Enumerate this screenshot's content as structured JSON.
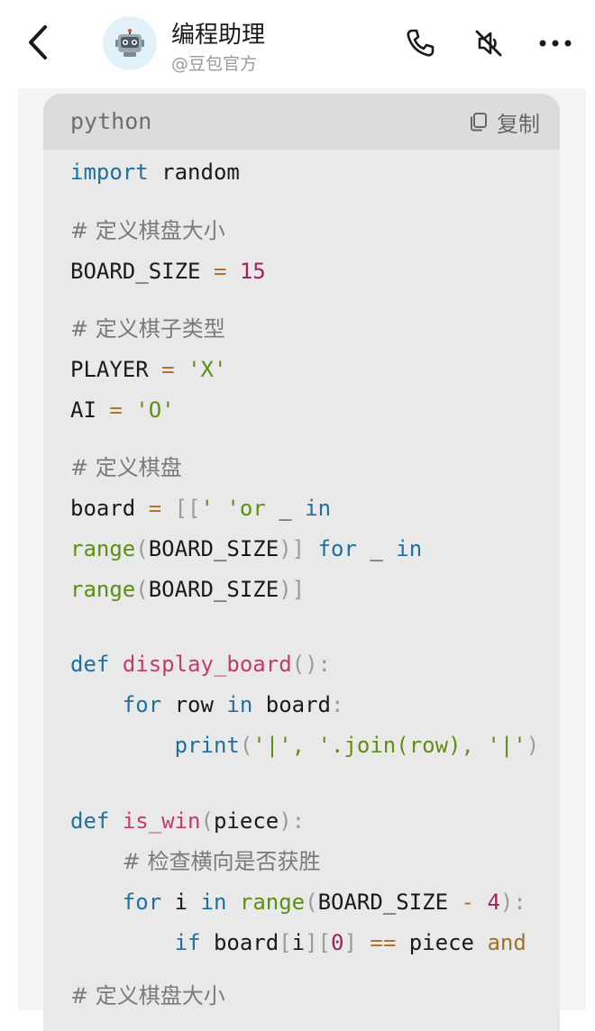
{
  "header": {
    "title": "编程助理",
    "subtitle": "@豆包官方",
    "icons": {
      "back": "chevron-left-icon",
      "avatar": "robot-icon",
      "call": "phone-icon",
      "mute": "speaker-muted-icon",
      "more": "more-icon"
    }
  },
  "code_block": {
    "language": "python",
    "copy_label": "复制",
    "lines": [
      {
        "tokens": [
          [
            "kw",
            "import"
          ],
          [
            "plain",
            " random"
          ]
        ]
      },
      {
        "tokens": [
          [
            "cm",
            "# 定义棋盘大小"
          ]
        ]
      },
      {
        "tokens": [
          [
            "plain",
            "BOARD_SIZE "
          ],
          [
            "op",
            "="
          ],
          [
            "plain",
            " "
          ],
          [
            "num",
            "15"
          ]
        ]
      },
      {
        "tokens": [
          [
            "cm",
            "# 定义棋子类型"
          ]
        ]
      },
      {
        "tokens": [
          [
            "plain",
            "PLAYER "
          ],
          [
            "op",
            "="
          ],
          [
            "plain",
            " "
          ],
          [
            "str",
            "'X'"
          ]
        ]
      },
      {
        "tokens": [
          [
            "plain",
            "AI "
          ],
          [
            "op",
            "="
          ],
          [
            "plain",
            " "
          ],
          [
            "str",
            "'O'"
          ]
        ]
      },
      {
        "tokens": [
          [
            "cm",
            "# 定义棋盘"
          ]
        ]
      },
      {
        "tokens": [
          [
            "plain",
            "board "
          ],
          [
            "op",
            "="
          ],
          [
            "plain",
            " "
          ],
          [
            "pn",
            "[["
          ],
          [
            "str",
            "' 'or"
          ],
          [
            "plain",
            " _ "
          ],
          [
            "kw",
            "in"
          ]
        ]
      },
      {
        "tokens": [
          [
            "bi",
            "range"
          ],
          [
            "pn",
            "("
          ],
          [
            "plain",
            "BOARD_SIZE"
          ],
          [
            "pn",
            ")]"
          ],
          [
            "plain",
            " "
          ],
          [
            "kw",
            "for"
          ],
          [
            "plain",
            " _ "
          ],
          [
            "kw",
            "in"
          ]
        ]
      },
      {
        "tokens": [
          [
            "bi",
            "range"
          ],
          [
            "pn",
            "("
          ],
          [
            "plain",
            "BOARD_SIZE"
          ],
          [
            "pn",
            ")]"
          ]
        ]
      },
      {
        "tokens": [
          [
            "kw",
            "def"
          ],
          [
            "plain",
            " "
          ],
          [
            "fn",
            "display_board"
          ],
          [
            "pn",
            "():"
          ]
        ]
      },
      {
        "tokens": [
          [
            "plain",
            "    "
          ],
          [
            "kw",
            "for"
          ],
          [
            "plain",
            " row "
          ],
          [
            "kw",
            "in"
          ],
          [
            "plain",
            " board"
          ],
          [
            "pn",
            ":"
          ]
        ]
      },
      {
        "tokens": [
          [
            "plain",
            "        "
          ],
          [
            "kw",
            "print"
          ],
          [
            "pn",
            "("
          ],
          [
            "str",
            "'|', '.join(row), '|'"
          ],
          [
            "pn",
            ")"
          ]
        ]
      },
      {
        "tokens": [
          [
            "kw",
            "def"
          ],
          [
            "plain",
            " "
          ],
          [
            "fn",
            "is_win"
          ],
          [
            "pn",
            "("
          ],
          [
            "plain",
            "piece"
          ],
          [
            "pn",
            "):"
          ]
        ]
      },
      {
        "tokens": [
          [
            "plain",
            "    "
          ],
          [
            "cm",
            "# 检查横向是否获胜"
          ]
        ]
      },
      {
        "tokens": [
          [
            "plain",
            "    "
          ],
          [
            "kw",
            "for"
          ],
          [
            "plain",
            " i "
          ],
          [
            "kw",
            "in"
          ],
          [
            "plain",
            " "
          ],
          [
            "bi",
            "range"
          ],
          [
            "pn",
            "("
          ],
          [
            "plain",
            "BOARD_SIZE "
          ],
          [
            "op",
            "-"
          ],
          [
            "plain",
            " "
          ],
          [
            "num",
            "4"
          ],
          [
            "pn",
            "):"
          ]
        ]
      },
      {
        "tokens": [
          [
            "plain",
            "        "
          ],
          [
            "kw",
            "if"
          ],
          [
            "plain",
            " board"
          ],
          [
            "pn",
            "["
          ],
          [
            "plain",
            "i"
          ],
          [
            "pn",
            "]["
          ],
          [
            "num",
            "0"
          ],
          [
            "pn",
            "]"
          ],
          [
            "plain",
            " "
          ],
          [
            "op",
            "=="
          ],
          [
            "plain",
            " piece "
          ],
          [
            "and",
            "and"
          ]
        ]
      },
      {
        "tokens": [
          [
            "cm",
            "# 定义棋盘大小"
          ]
        ]
      }
    ]
  }
}
